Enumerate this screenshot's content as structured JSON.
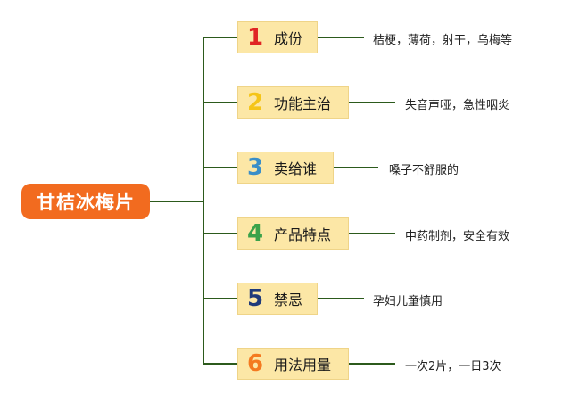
{
  "root": {
    "title": "甘桔冰梅片"
  },
  "colors": {
    "root_bg": "#f26b1f",
    "node_bg": "#fce7a6",
    "line": "#2c5a1c"
  },
  "branches": [
    {
      "number": "1",
      "number_color": "#e02424",
      "label": "成份",
      "detail": "桔梗，薄荷，射干，乌梅等"
    },
    {
      "number": "2",
      "number_color": "#f5c518",
      "label": "功能主治",
      "detail": "失音声哑，急性咽炎"
    },
    {
      "number": "3",
      "number_color": "#3a8ec8",
      "label": "卖给谁",
      "detail": "嗓子不舒服的"
    },
    {
      "number": "4",
      "number_color": "#3aa24a",
      "label": "产品特点",
      "detail": "中药制剂，安全有效"
    },
    {
      "number": "5",
      "number_color": "#1f3a7a",
      "label": "禁忌",
      "detail": "孕妇儿童慎用"
    },
    {
      "number": "6",
      "number_color": "#f47a20",
      "label": "用法用量",
      "detail": "一次2片，一日3次"
    }
  ]
}
